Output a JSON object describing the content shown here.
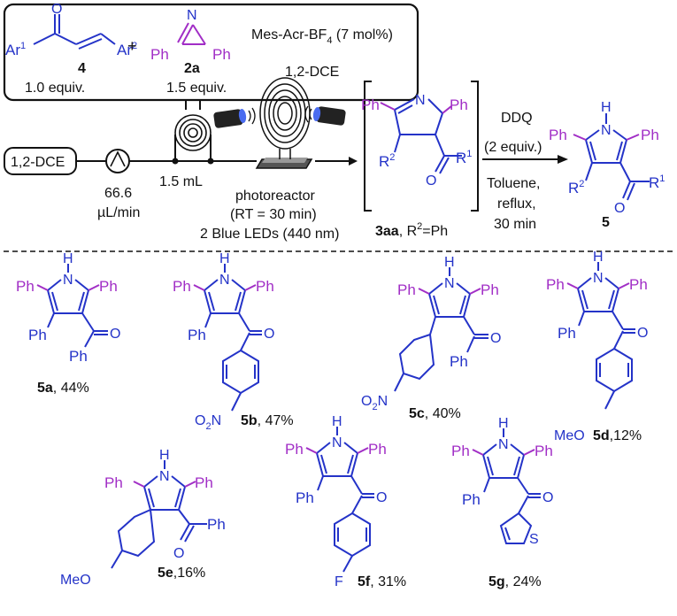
{
  "reaction": {
    "reactant1_ar1": "Ar",
    "reactant1_ar1_sup": "1",
    "reactant1_ar2": "Ar",
    "reactant1_ar2_sup": "2",
    "reactant1_o": "O",
    "reactant1_id": "4",
    "reactant1_equiv": "1.0 equiv.",
    "plus": "+",
    "reactant2_n": "N",
    "reactant2_ph_left": "Ph",
    "reactant2_ph_right": "Ph",
    "reactant2_id": "2a",
    "reactant2_equiv": "1.5 equiv.",
    "catalyst_main": "Mes-Acr-BF",
    "catalyst_sub": "4",
    "catalyst_loading": " (7 mol%)",
    "solvent_box": "1,2-DCE"
  },
  "flow": {
    "solvent": "1,2-DCE",
    "flow_rate_value": "66.6",
    "flow_rate_unit": "µL/min",
    "coil_volume": "1.5 mL",
    "reactor_label": "photoreactor",
    "residence_time": "(RT = 30 min)",
    "light_source": "2 Blue LEDs (440 nm)"
  },
  "intermediate": {
    "n": "N",
    "ph_left": "Ph",
    "ph_right": "Ph",
    "r2": "R",
    "r2_sup": "2",
    "o": "O",
    "r1": "R",
    "r1_sup": "1",
    "id": "3aa",
    "note": ", R",
    "note_sup": "2",
    "note_tail": "=Ph"
  },
  "step2": {
    "reagent": "DDQ",
    "amount": "(2 equiv.)",
    "solvent": "Toluene,",
    "condition": "reflux,",
    "time": "30 min"
  },
  "product": {
    "nh": "H",
    "n": "N",
    "ph_left": "Ph",
    "ph_right": "Ph",
    "r2": "R",
    "r2_sup": "2",
    "o": "O",
    "r1": "R",
    "r1_sup": "1",
    "id": "5"
  },
  "products": [
    {
      "id": "5a",
      "yield": ", 44%",
      "ph_left": "Ph",
      "ph_right": "Ph",
      "sub_r2": "Ph",
      "acyl": "Ph",
      "o": "O"
    },
    {
      "id": "5b",
      "yield": ", 47%",
      "ph_left": "Ph",
      "ph_right": "Ph",
      "sub_r2": "Ph",
      "para": "O",
      "para_sub": "2",
      "para_n": "N",
      "o": "O"
    },
    {
      "id": "5c",
      "yield": ", 40%",
      "ph_left": "Ph",
      "ph_right": "Ph",
      "acyl": "Ph",
      "para": "O",
      "para_sub": "2",
      "para_n": "N",
      "o": "O"
    },
    {
      "id": "5d",
      "yield": ",12%",
      "ph_left": "Ph",
      "ph_right": "Ph",
      "sub_r2": "Ph",
      "para": "MeO",
      "o": "O"
    },
    {
      "id": "5e",
      "yield": ",16%",
      "ph_left": "Ph",
      "ph_right": "Ph",
      "acyl": "Ph",
      "para": "MeO",
      "o": "O"
    },
    {
      "id": "5f",
      "yield": ", 31%",
      "ph_left": "Ph",
      "ph_right": "Ph",
      "sub_r2": "Ph",
      "para": "F",
      "o": "O"
    },
    {
      "id": "5g",
      "yield": ", 24%",
      "ph_left": "Ph",
      "ph_right": "Ph",
      "sub_r2": "Ph",
      "hetero": "S",
      "o": "O"
    }
  ],
  "colors": {
    "blue": "#2433c8",
    "purple": "#a12ec6",
    "black": "#111111"
  }
}
